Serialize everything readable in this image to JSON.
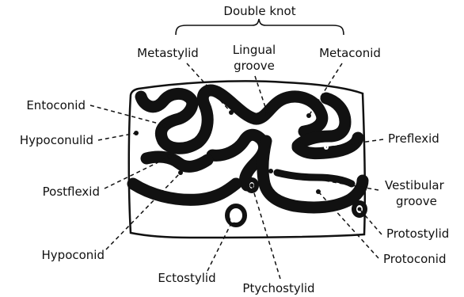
{
  "labels": {
    "double_knot": "Double knot",
    "metastylid": "Metastylid",
    "lingual_groove_1": "Lingual",
    "lingual_groove_2": "groove",
    "metaconid": "Metaconid",
    "entoconid": "Entoconid",
    "hypoconulid": "Hypoconulid",
    "postflexid": "Postflexid",
    "hypoconid": "Hypoconid",
    "ectostylid": "Ectostylid",
    "ptychostylid": "Ptychostylid",
    "preflexid": "Preflexid",
    "vestibular_groove_1": "Vestibular",
    "vestibular_groove_2": "groove",
    "protostylid": "Protostylid",
    "protoconid": "Protoconid"
  }
}
